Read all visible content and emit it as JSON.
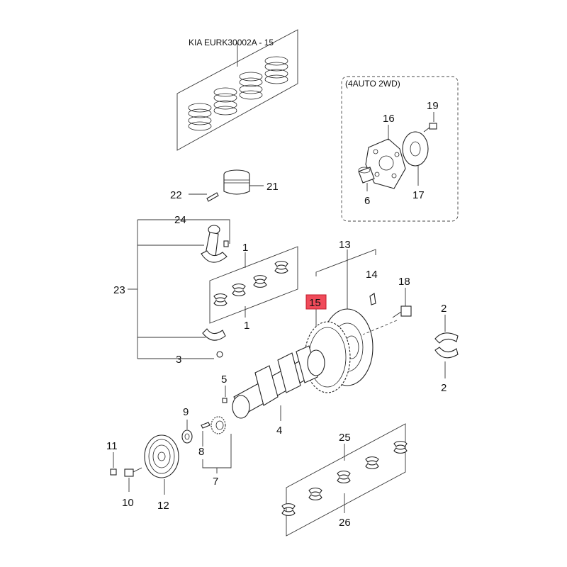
{
  "title": "KIA EURK30002A - 15",
  "variant_box": {
    "label": "(4AUTO 2WD)"
  },
  "highlighted_part": "15",
  "callouts": {
    "c1_top": "1",
    "c1_bottom": "1",
    "c2_top": "2",
    "c2_bottom": "2",
    "c3": "3",
    "c4": "4",
    "c5": "5",
    "c6": "6",
    "c7": "7",
    "c8": "8",
    "c9": "9",
    "c10": "10",
    "c11": "11",
    "c12": "12",
    "c13": "13",
    "c14": "14",
    "c15": "15",
    "c16": "16",
    "c17": "17",
    "c18": "18",
    "c19": "19",
    "c21": "21",
    "c22": "22",
    "c23": "23",
    "c24": "24",
    "c25": "25",
    "c26": "26"
  },
  "colors": {
    "highlight": "#f04b5a",
    "line": "#333333"
  }
}
